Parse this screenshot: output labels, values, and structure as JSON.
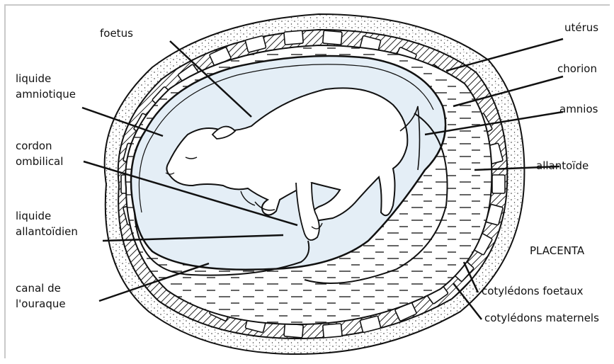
{
  "labels": {
    "foetus": "foetus",
    "liquide_amniotique_1": "liquide",
    "liquide_amniotique_2": "amniotique",
    "cordon_1": "cordon",
    "cordon_2": "ombilical",
    "liquide_allantoidien_1": "liquide",
    "liquide_allantoidien_2": "allantoïdien",
    "canal_1": "canal de",
    "canal_2": "l'ouraque",
    "uterus": "utérus",
    "chorion": "chorion",
    "amnios": "amnios",
    "allantoide": "allantoïde",
    "placenta": "PLACENTA",
    "cotyledons_foetaux": "cotylédons foetaux",
    "cotyledons_maternels": "cotylédons maternels"
  },
  "colors": {
    "line": "#111111",
    "amniotic_fill": "#e4eef6",
    "stipple": "#3a3a3a"
  }
}
